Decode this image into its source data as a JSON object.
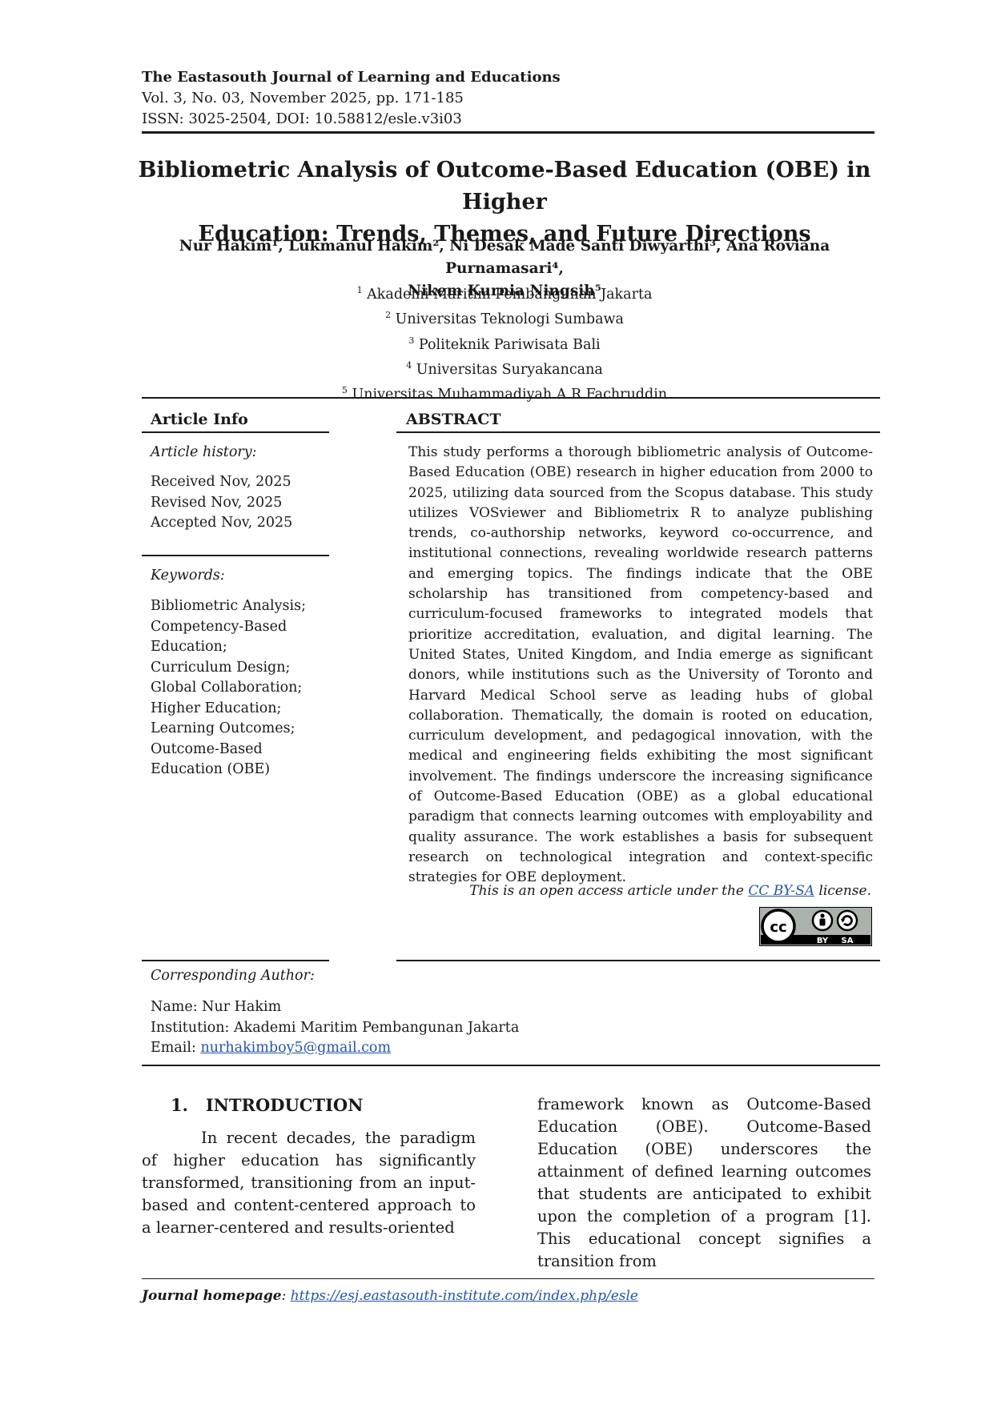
{
  "journal": {
    "name": "The Eastasouth Journal of Learning and Educations",
    "volume_line": "Vol. 3, No. 03, November 2025, pp. 171-185",
    "issn_line": "ISSN: 3025-2504, DOI: 10.58812/esle.v3i03"
  },
  "title": {
    "line1": "Bibliometric Analysis of Outcome-Based Education (OBE) in Higher",
    "line2": "Education: Trends, Themes, and Future Directions"
  },
  "authors": {
    "line1": "Nur Hakim¹, Lukmanul Hakim², Ni Desak Made Santi Diwyarthi³, Ana Roviana Purnamasari⁴,",
    "line2": "Nikem Kurnia Ningsih⁵"
  },
  "affiliations": [
    {
      "num": "1",
      "name": "Akademi Maritim Pembangunan Jakarta"
    },
    {
      "num": "2",
      "name": "Universitas Teknologi Sumbawa"
    },
    {
      "num": "3",
      "name": "Politeknik Pariwisata Bali"
    },
    {
      "num": "4",
      "name": "Universitas Suryakancana"
    },
    {
      "num": "5",
      "name": "Universitas Muhammadiyah A.R Fachruddin"
    }
  ],
  "article_info": {
    "heading": "Article Info",
    "history_label": "Article history:",
    "received": "Received Nov, 2025",
    "revised": "Revised Nov, 2025",
    "accepted": "Accepted Nov, 2025",
    "keywords_label": "Keywords:",
    "keywords": [
      "Bibliometric Analysis;",
      "Competency-Based",
      "Education;",
      "Curriculum Design;",
      "Global Collaboration;",
      "Higher Education;",
      "Learning Outcomes;",
      "Outcome-Based",
      "Education (OBE)"
    ]
  },
  "abstract": {
    "heading": "ABSTRACT",
    "text": "This study performs a thorough bibliometric analysis of Outcome-Based Education (OBE) research in higher education from 2000 to 2025, utilizing data sourced from the Scopus database.  This study utilizes VOSviewer and Bibliometrix R to analyze publishing trends, co-authorship networks, keyword co-occurrence, and institutional connections, revealing worldwide research patterns and emerging topics.  The findings indicate that the OBE scholarship has transitioned from competency-based and curriculum-focused frameworks to integrated models that prioritize accreditation, evaluation, and digital learning.  The United States, United Kingdom, and India emerge as significant donors, while institutions such as the University of Toronto and Harvard Medical School serve as leading hubs of global collaboration.  Thematically, the domain is rooted on education, curriculum development, and pedagogical innovation, with the medical and engineering fields exhibiting the most significant involvement.  The findings underscore the increasing significance of Outcome-Based Education (OBE) as a global educational paradigm that connects learning outcomes with employability and quality assurance.  The work establishes a basis for subsequent research on technological integration and context-specific strategies for OBE deployment.",
    "license_prefix": "This is an open access article under the ",
    "license_link": "CC BY-SA",
    "license_suffix": " license.",
    "cc_badge_by": "BY",
    "cc_badge_sa": "SA"
  },
  "corresponding": {
    "heading": "Corresponding Author:",
    "name": "Name: Nur Hakim",
    "institution": "Institution: Akademi Maritim Pembangunan Jakarta",
    "email_label": "Email: ",
    "email": "nurhakimboy5@gmail.com"
  },
  "introduction": {
    "heading": "1.   INTRODUCTION",
    "col1": "In recent decades, the paradigm of higher education has significantly transformed, transitioning from an input-based and content-centered approach to a learner-centered and results-oriented",
    "col2": "framework known as Outcome-Based Education (OBE).  Outcome-Based Education (OBE) underscores the attainment of defined learning outcomes that students are anticipated to exhibit upon the completion of a program [1].   This educational concept signifies a transition from"
  },
  "footer": {
    "label": "Journal homepage",
    "url": "https://esj.eastasouth-institute.com/index.php/esle"
  }
}
